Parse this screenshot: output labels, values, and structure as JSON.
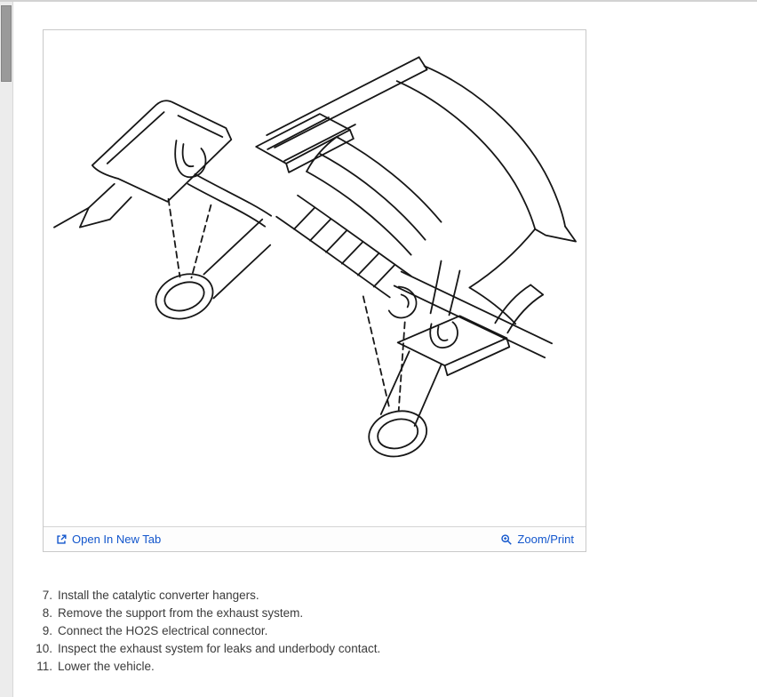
{
  "figure_panel": {
    "open_in_new_tab_label": "Open In New Tab",
    "zoom_print_label": "Zoom/Print",
    "link_color": "#1155cc"
  },
  "icons": {
    "open_in_new": "open-in-new-icon",
    "zoom_print": "magnifier-zoom-icon"
  },
  "steps": [
    {
      "num": "7.",
      "text": "Install the catalytic converter hangers."
    },
    {
      "num": "8.",
      "text": "Remove the support from the exhaust system."
    },
    {
      "num": "9.",
      "text": "Connect the HO2S electrical connector."
    },
    {
      "num": "10.",
      "text": "Inspect the exhaust system for leaks and underbody contact."
    },
    {
      "num": "11.",
      "text": "Lower the vehicle."
    }
  ]
}
